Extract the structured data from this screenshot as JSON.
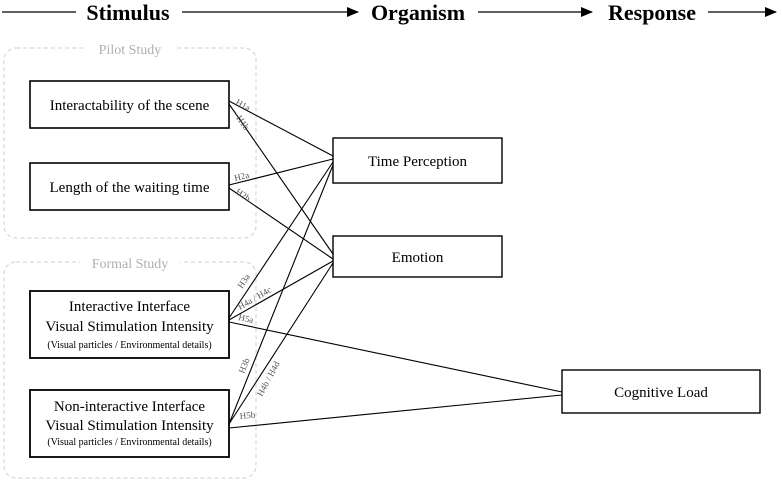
{
  "header": {
    "stimulus": "Stimulus",
    "organism": "Organism",
    "response": "Response"
  },
  "groups": {
    "pilot": "Pilot Study",
    "formal": "Formal Study"
  },
  "boxes": {
    "interactability": "Interactability of the scene",
    "waiting_time": "Length of the waiting time",
    "interactive": {
      "line1": "Interactive Interface",
      "line2": "Visual Stimulation Intensity",
      "line3": "(Visual particles / Environmental details)"
    },
    "noninteractive": {
      "line1": "Non-interactive Interface",
      "line2": "Visual Stimulation Intensity",
      "line3": "(Visual particles / Environmental details)"
    },
    "time_perception": "Time Perception",
    "emotion": "Emotion",
    "cognitive_load": "Cognitive Load"
  },
  "hypotheses": {
    "h1a": "H1a",
    "h1b": "H1b",
    "h2a": "H2a",
    "h2b": "H2b",
    "h3a": "H3a",
    "h4a_h4c": "H4a / H4c",
    "h5a": "H5a",
    "h3b": "H3b",
    "h4b_h4d": "H4b / H4d",
    "h5b": "H5b"
  }
}
